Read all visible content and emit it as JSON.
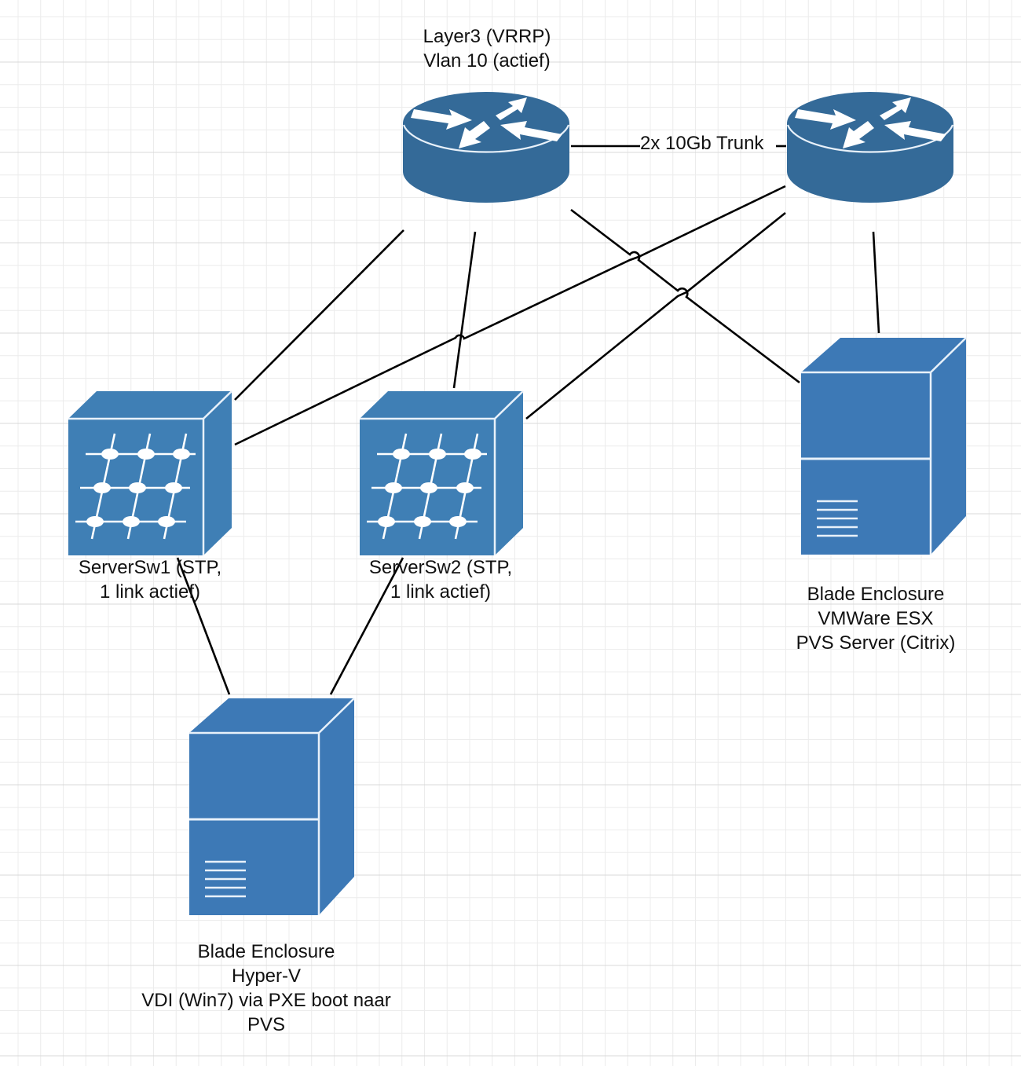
{
  "diagram": {
    "type": "network-topology",
    "colors": {
      "router": "#346a98",
      "switch": "#3f7fb5",
      "server": "#3d79b6",
      "highlight": "#e8f1fa",
      "link": "#000000",
      "grid_minor": "#ececec",
      "grid_major": "#d9d9d9"
    },
    "nodes": {
      "router1": {
        "kind": "router",
        "icon": "router-icon",
        "label_lines": [
          "Layer3 (VRRP)",
          "Vlan 10 (actief)"
        ]
      },
      "router2": {
        "kind": "router",
        "icon": "router-icon",
        "label_lines": []
      },
      "serversw1": {
        "kind": "switch",
        "icon": "layer3-switch-icon",
        "label_lines": [
          "ServerSw1 (STP,",
          "1 link actief)"
        ]
      },
      "serversw2": {
        "kind": "switch",
        "icon": "layer3-switch-icon",
        "label_lines": [
          "ServerSw2 (STP,",
          "1 link actief)"
        ]
      },
      "blade_esx": {
        "kind": "server",
        "icon": "server-tower-icon",
        "label_lines": [
          "Blade Enclosure",
          "VMWare ESX",
          "PVS Server (Citrix)"
        ]
      },
      "blade_hyperv": {
        "kind": "server",
        "icon": "server-tower-icon",
        "label_lines": [
          "Blade Enclosure",
          "Hyper-V",
          "VDI (Win7) via PXE boot naar",
          "PVS"
        ]
      }
    },
    "edges": [
      {
        "from": "router1",
        "to": "router2",
        "label": "2x 10Gb Trunk"
      },
      {
        "from": "router1",
        "to": "serversw1",
        "label": ""
      },
      {
        "from": "router1",
        "to": "serversw2",
        "label": ""
      },
      {
        "from": "router1",
        "to": "blade_esx",
        "label": ""
      },
      {
        "from": "router2",
        "to": "serversw1",
        "label": ""
      },
      {
        "from": "router2",
        "to": "serversw2",
        "label": ""
      },
      {
        "from": "router2",
        "to": "blade_esx",
        "label": ""
      },
      {
        "from": "serversw1",
        "to": "blade_hyperv",
        "label": ""
      },
      {
        "from": "serversw2",
        "to": "blade_hyperv",
        "label": ""
      }
    ]
  }
}
